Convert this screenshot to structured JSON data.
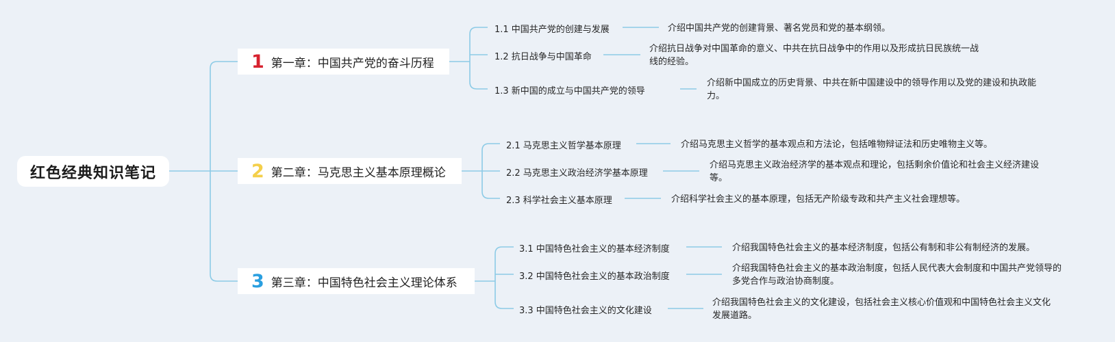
{
  "title": "红色经典知识笔记",
  "chapters": [
    {
      "number": "1",
      "title": "第一章：中国共产党的奋斗历程",
      "sections": [
        {
          "label": "1.1 中国共产党的创建与发展",
          "desc": "介绍中国共产党的创建背景、著名党员和党的基本纲领。"
        },
        {
          "label": "1.2 抗日战争与中国革命",
          "desc": "介绍抗日战争对中国革命的意义、中共在抗日战争中的作用以及形成抗日民族统一战线的经验。"
        },
        {
          "label": "1.3 新中国的成立与中国共产党的领导",
          "desc": "介绍新中国成立的历史背景、中共在新中国建设中的领导作用以及党的建设和执政能力。"
        }
      ]
    },
    {
      "number": "2",
      "title": "第二章：马克思主义基本原理概论",
      "sections": [
        {
          "label": "2.1 马克思主义哲学基本原理",
          "desc": "介绍马克思主义哲学的基本观点和方法论，包括唯物辩证法和历史唯物主义等。"
        },
        {
          "label": "2.2 马克思主义政治经济学基本原理",
          "desc": "介绍马克思主义政治经济学的基本观点和理论，包括剩余价值论和社会主义经济建设等。"
        },
        {
          "label": "2.3 科学社会主义基本原理",
          "desc": "介绍科学社会主义的基本原理，包括无产阶级专政和共产主义社会理想等。"
        }
      ]
    },
    {
      "number": "3",
      "title": "第三章：中国特色社会主义理论体系",
      "sections": [
        {
          "label": "3.1 中国特色社会主义的基本经济制度",
          "desc": "介绍我国特色社会主义的基本经济制度，包括公有制和非公有制经济的发展。"
        },
        {
          "label": "3.2 中国特色社会主义的基本政治制度",
          "desc": "介绍我国特色社会主义的基本政治制度，包括人民代表大会制度和中国共产党领导的多党合作与政治协商制度。"
        },
        {
          "label": "3.3 中国特色社会主义的文化建设",
          "desc": "介绍我国特色社会主义的文化建设，包括社会主义核心价值观和中国特色社会主义文化发展道路。"
        }
      ]
    }
  ],
  "colors": {
    "background": "#ecf1f7",
    "connector": "#8ccbe6",
    "chapter1_number": "#d7222f",
    "chapter2_number": "#f4cf4a",
    "chapter3_number": "#2a9fe0"
  }
}
